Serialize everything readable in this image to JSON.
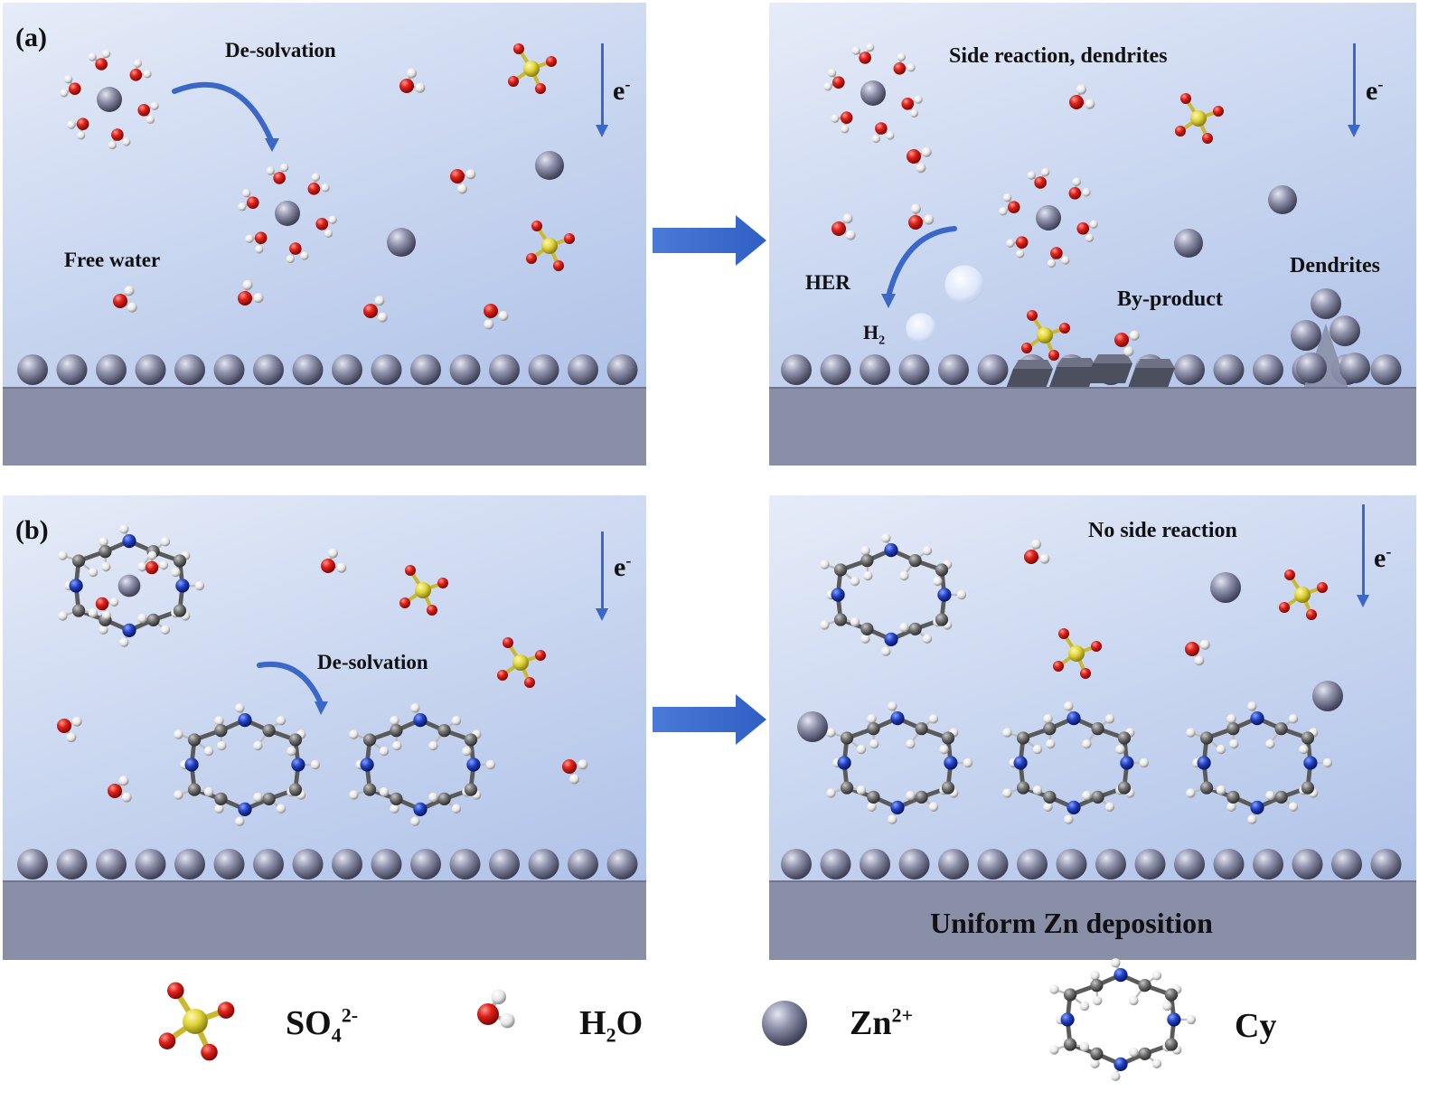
{
  "panel_a": {
    "letter": "(a)",
    "left": {
      "desolvation": "De-solvation",
      "free_water": "Free water",
      "electron": "e",
      "electron_sup": "-"
    },
    "right": {
      "title": "Side reaction, dendrites",
      "her": "HER",
      "h2": "H",
      "h2_sub": "2",
      "byproduct": "By-product",
      "dendrites": "Dendrites",
      "electron": "e",
      "electron_sup": "-"
    }
  },
  "panel_b": {
    "letter": "(b)",
    "left": {
      "desolvation": "De-solvation",
      "electron": "e",
      "electron_sup": "-"
    },
    "right": {
      "title": "No side reaction",
      "uniform": "Uniform Zn deposition",
      "electron": "e",
      "electron_sup": "-"
    }
  },
  "legend": {
    "sulfate": "SO",
    "sulfate_sub": "4",
    "sulfate_sup": "2-",
    "water": "H",
    "water_sub": "2",
    "water_tail": "O",
    "zinc": "Zn",
    "zinc_sup": "2+",
    "cyclen": "Cy"
  },
  "colors": {
    "zinc": "#7c7f9a",
    "oxygen": "#d61a12",
    "hydrogen": "#f1f1f1",
    "sulfur": "#e2d63a",
    "carbon": "#6e6e6e",
    "nitrogen": "#1f3fb8",
    "arrow": "#3a67c8",
    "substrate": "#8a8fa8"
  }
}
